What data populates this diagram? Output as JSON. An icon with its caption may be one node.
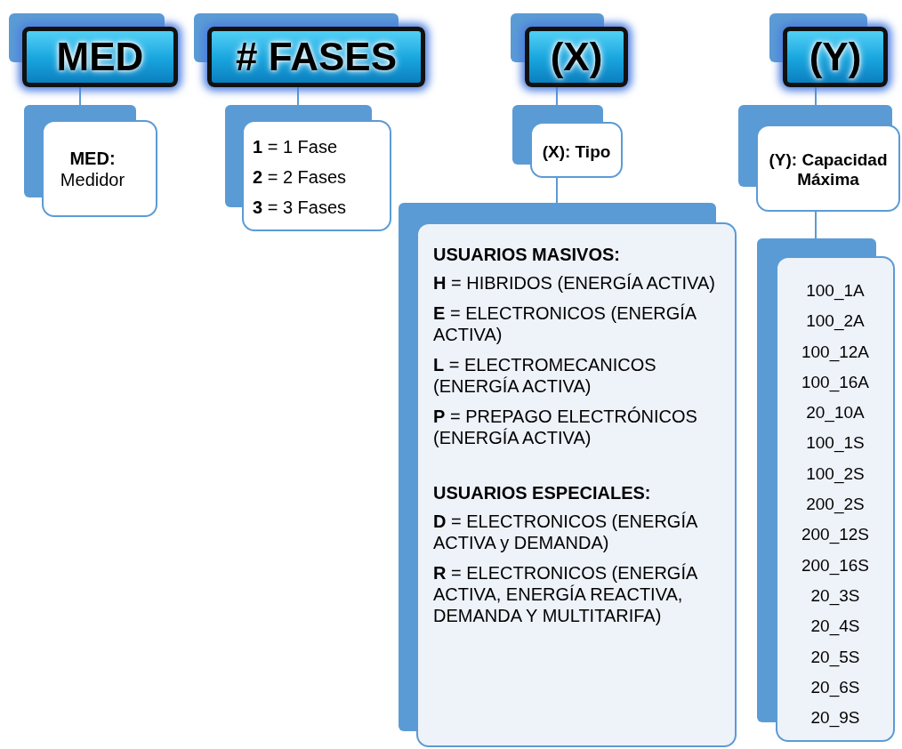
{
  "diagram": {
    "nodes": [
      {
        "text": [
          "MED"
        ]
      },
      {
        "text": [
          "MED:",
          "Medidor"
        ]
      },
      {
        "text": [
          "# FASES"
        ]
      },
      {
        "text": [
          "**1** = 1 Fase",
          "**2** = 2 Fases",
          "**3** = 3 Fases"
        ]
      },
      {
        "text": [
          "(X)"
        ]
      },
      {
        "text": [
          "(X): Tipo"
        ]
      },
      {
        "text": [
          "USUARIOS MASIVOS:",
          "**H** = HIBRIDOS (ENERGÍA ACTIVA)",
          "**E** = ELECTRONICOS (ENERGÍA ACTIVA)",
          "**L** = ELECTROMECANICOS (ENERGÍA ACTIVA)",
          "**P** = PREPAGO ELECTRÓNICOS (ENERGÍA ACTIVA)",
          "USUARIOS ESPECIALES:",
          "**D** = ELECTRONICOS (ENERGÍA ACTIVA y DEMANDA)",
          "**R** = ELECTRONICOS (ENERGÍA ACTIVA, ENERGÍA REACTIVA, DEMANDA Y MULTITARIFA)"
        ]
      },
      {
        "text": [
          "(Y)"
        ]
      },
      {
        "text": [
          "(Y): Capacidad Máxima"
        ]
      },
      {
        "text": [
          "100_1A",
          "100_2A",
          "100_12A",
          "100_16A",
          "20_10A",
          "100_1S",
          "100_2S",
          "200_2S",
          "200_12S",
          "200_16S",
          "20_3S",
          "20_4S",
          "20_5S",
          "20_6S",
          "20_9S"
        ]
      }
    ],
    "edges": [
      {
        "from": 0,
        "to": 1,
        "arrow": "none"
      },
      {
        "from": 2,
        "to": 3,
        "arrow": "none"
      },
      {
        "from": 4,
        "to": 5,
        "arrow": "none"
      },
      {
        "from": 5,
        "to": 6,
        "arrow": "none"
      },
      {
        "from": 7,
        "to": 8,
        "arrow": "none"
      },
      {
        "from": 8,
        "to": 9,
        "arrow": "none"
      }
    ]
  }
}
